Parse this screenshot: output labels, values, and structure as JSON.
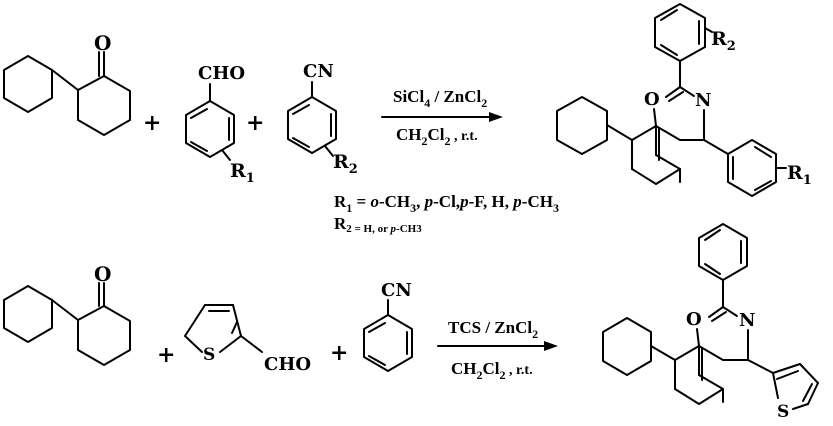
{
  "reaction1": {
    "cho": "CHO",
    "cn": "CN",
    "ketone_o": "O",
    "plus": "+",
    "r1_label": "R",
    "r1_sub": "1",
    "r2_label": "R",
    "r2_sub": "2",
    "reagent_above": {
      "a": "SiCl",
      "a_sub": "4",
      "b": " / ZnCl",
      "b_sub": "2"
    },
    "reagent_below": {
      "a": "CH",
      "a_sub": "2",
      "b": "Cl",
      "b_sub": "2",
      "c": " , r.t."
    },
    "product_o": "O",
    "product_n": "N",
    "product_r1": "R",
    "product_r1_sub": "1",
    "product_r2": "R",
    "product_r2_sub": "2",
    "r1_def": {
      "lead": "R",
      "lead_sub": "1",
      "eq": " = ",
      "o": "o",
      "m1": "-CH",
      "m1_sub": "3",
      "c1": ", ",
      "p1": "p",
      "m2": "-Cl,",
      "p2": "p",
      "m3": "-F, H, ",
      "p3": "p",
      "m4": "-CH",
      "m4_sub": "3"
    },
    "r2_def": {
      "lead": "R",
      "lead_sub": "2 = H, or ",
      "p": "p",
      "tail": "-CH3"
    }
  },
  "reaction2": {
    "ketone_o": "O",
    "plus": "+",
    "s": "S",
    "cho": "CHO",
    "cn": "CN",
    "reagent_above": {
      "a": "TCS / ZnCl",
      "a_sub": "2"
    },
    "reagent_below": {
      "a": "CH",
      "a_sub": "2",
      "b": "Cl",
      "b_sub": "2",
      "c": " , r.t."
    },
    "product_o": "O",
    "product_n": "N",
    "product_s": "S"
  }
}
